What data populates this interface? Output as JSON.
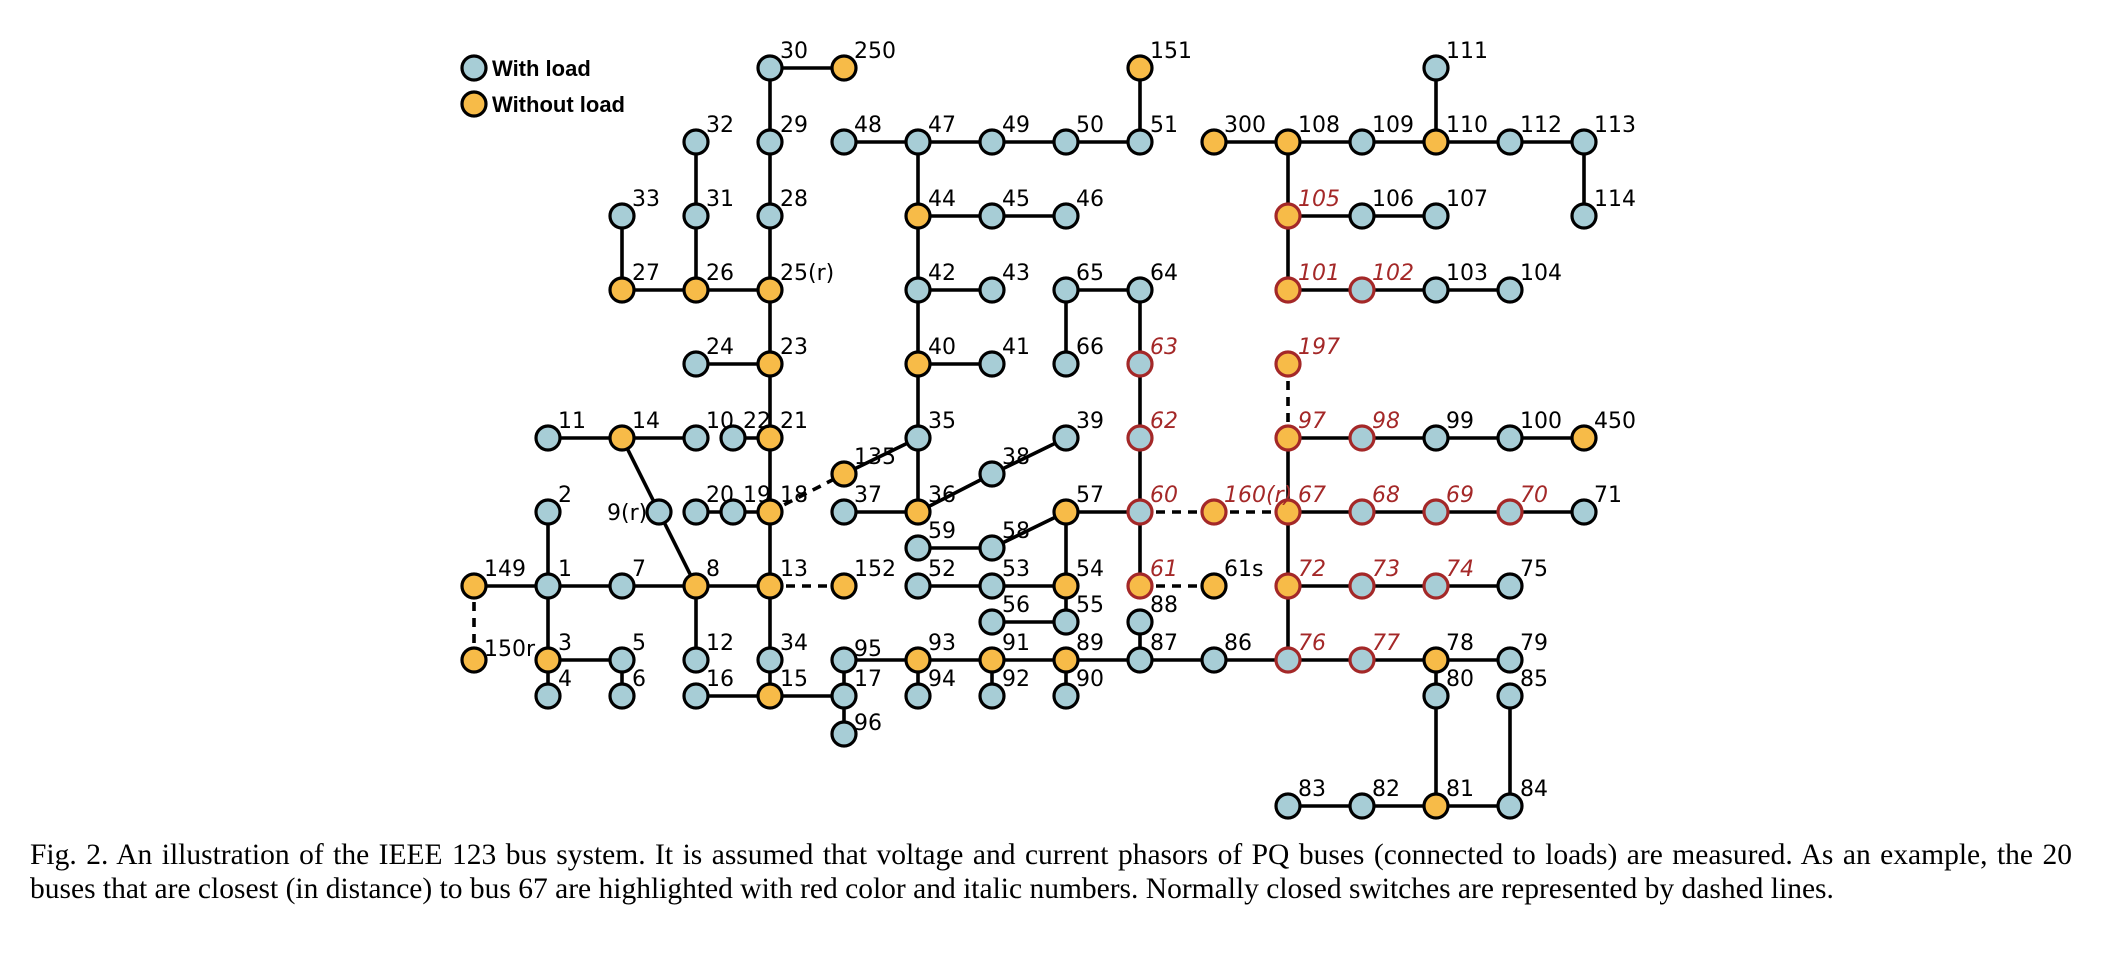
{
  "legend": {
    "with_load": "With load",
    "without_load": "Without load"
  },
  "colors": {
    "with_load": "#a7cdd6",
    "without_load": "#f7bb48",
    "highlight": "#a42828",
    "edge": "#000000"
  },
  "caption": "Fig. 2.  An illustration of the IEEE 123 bus system. It is assumed that voltage and current phasors of PQ buses (connected to loads) are measured. As an example, the 20 buses that are closest (in distance) to bus 67 are highlighted with red color and italic numbers. Normally closed switches are represented by dashed lines.",
  "buses": [
    {
      "id": "1",
      "load": true,
      "hl": false
    },
    {
      "id": "2",
      "load": true,
      "hl": false
    },
    {
      "id": "3",
      "load": false,
      "hl": false
    },
    {
      "id": "4",
      "load": true,
      "hl": false
    },
    {
      "id": "5",
      "load": true,
      "hl": false
    },
    {
      "id": "6",
      "load": true,
      "hl": false
    },
    {
      "id": "7",
      "load": true,
      "hl": false
    },
    {
      "id": "8",
      "load": false,
      "hl": false
    },
    {
      "id": "9(r)",
      "load": true,
      "hl": false
    },
    {
      "id": "10",
      "load": true,
      "hl": false
    },
    {
      "id": "11",
      "load": true,
      "hl": false
    },
    {
      "id": "12",
      "load": true,
      "hl": false
    },
    {
      "id": "13",
      "load": false,
      "hl": false
    },
    {
      "id": "14",
      "load": false,
      "hl": false
    },
    {
      "id": "15",
      "load": false,
      "hl": false
    },
    {
      "id": "16",
      "load": true,
      "hl": false
    },
    {
      "id": "17",
      "load": true,
      "hl": false
    },
    {
      "id": "18",
      "load": false,
      "hl": false
    },
    {
      "id": "19",
      "load": true,
      "hl": false
    },
    {
      "id": "20",
      "load": true,
      "hl": false
    },
    {
      "id": "21",
      "load": false,
      "hl": false
    },
    {
      "id": "22",
      "load": true,
      "hl": false
    },
    {
      "id": "23",
      "load": false,
      "hl": false
    },
    {
      "id": "24",
      "load": true,
      "hl": false
    },
    {
      "id": "25(r)",
      "load": false,
      "hl": false
    },
    {
      "id": "26",
      "load": false,
      "hl": false
    },
    {
      "id": "27",
      "load": false,
      "hl": false
    },
    {
      "id": "28",
      "load": true,
      "hl": false
    },
    {
      "id": "29",
      "load": true,
      "hl": false
    },
    {
      "id": "30",
      "load": true,
      "hl": false
    },
    {
      "id": "31",
      "load": true,
      "hl": false
    },
    {
      "id": "32",
      "load": true,
      "hl": false
    },
    {
      "id": "33",
      "load": true,
      "hl": false
    },
    {
      "id": "34",
      "load": true,
      "hl": false
    },
    {
      "id": "35",
      "load": true,
      "hl": false
    },
    {
      "id": "36",
      "load": false,
      "hl": false
    },
    {
      "id": "37",
      "load": true,
      "hl": false
    },
    {
      "id": "38",
      "load": true,
      "hl": false
    },
    {
      "id": "39",
      "load": true,
      "hl": false
    },
    {
      "id": "40",
      "load": false,
      "hl": false
    },
    {
      "id": "41",
      "load": true,
      "hl": false
    },
    {
      "id": "42",
      "load": true,
      "hl": false
    },
    {
      "id": "43",
      "load": true,
      "hl": false
    },
    {
      "id": "44",
      "load": false,
      "hl": false
    },
    {
      "id": "45",
      "load": true,
      "hl": false
    },
    {
      "id": "46",
      "load": true,
      "hl": false
    },
    {
      "id": "47",
      "load": true,
      "hl": false
    },
    {
      "id": "48",
      "load": true,
      "hl": false
    },
    {
      "id": "49",
      "load": true,
      "hl": false
    },
    {
      "id": "50",
      "load": true,
      "hl": false
    },
    {
      "id": "51",
      "load": true,
      "hl": false
    },
    {
      "id": "52",
      "load": true,
      "hl": false
    },
    {
      "id": "53",
      "load": true,
      "hl": false
    },
    {
      "id": "54",
      "load": false,
      "hl": false
    },
    {
      "id": "55",
      "load": true,
      "hl": false
    },
    {
      "id": "56",
      "load": true,
      "hl": false
    },
    {
      "id": "57",
      "load": false,
      "hl": false
    },
    {
      "id": "58",
      "load": true,
      "hl": false
    },
    {
      "id": "59",
      "load": true,
      "hl": false
    },
    {
      "id": "60",
      "load": true,
      "hl": true
    },
    {
      "id": "61",
      "load": false,
      "hl": true
    },
    {
      "id": "61s",
      "load": false,
      "hl": false
    },
    {
      "id": "62",
      "load": true,
      "hl": true
    },
    {
      "id": "63",
      "load": true,
      "hl": true
    },
    {
      "id": "64",
      "load": true,
      "hl": false
    },
    {
      "id": "65",
      "load": true,
      "hl": false
    },
    {
      "id": "66",
      "load": true,
      "hl": false
    },
    {
      "id": "67",
      "load": false,
      "hl": true
    },
    {
      "id": "68",
      "load": true,
      "hl": true
    },
    {
      "id": "69",
      "load": true,
      "hl": true
    },
    {
      "id": "70",
      "load": true,
      "hl": true
    },
    {
      "id": "71",
      "load": true,
      "hl": false
    },
    {
      "id": "72",
      "load": false,
      "hl": true
    },
    {
      "id": "73",
      "load": true,
      "hl": true
    },
    {
      "id": "74",
      "load": true,
      "hl": true
    },
    {
      "id": "75",
      "load": true,
      "hl": false
    },
    {
      "id": "76",
      "load": true,
      "hl": true
    },
    {
      "id": "77",
      "load": true,
      "hl": true
    },
    {
      "id": "78",
      "load": false,
      "hl": false
    },
    {
      "id": "79",
      "load": true,
      "hl": false
    },
    {
      "id": "80",
      "load": true,
      "hl": false
    },
    {
      "id": "81",
      "load": false,
      "hl": false
    },
    {
      "id": "82",
      "load": true,
      "hl": false
    },
    {
      "id": "83",
      "load": true,
      "hl": false
    },
    {
      "id": "84",
      "load": true,
      "hl": false
    },
    {
      "id": "85",
      "load": true,
      "hl": false
    },
    {
      "id": "86",
      "load": true,
      "hl": false
    },
    {
      "id": "87",
      "load": true,
      "hl": false
    },
    {
      "id": "88",
      "load": true,
      "hl": false
    },
    {
      "id": "89",
      "load": false,
      "hl": false
    },
    {
      "id": "90",
      "load": true,
      "hl": false
    },
    {
      "id": "91",
      "load": false,
      "hl": false
    },
    {
      "id": "92",
      "load": true,
      "hl": false
    },
    {
      "id": "93",
      "load": false,
      "hl": false
    },
    {
      "id": "94",
      "load": true,
      "hl": false
    },
    {
      "id": "95",
      "load": true,
      "hl": false
    },
    {
      "id": "96",
      "load": true,
      "hl": false
    },
    {
      "id": "97",
      "load": false,
      "hl": true
    },
    {
      "id": "98",
      "load": true,
      "hl": true
    },
    {
      "id": "99",
      "load": true,
      "hl": false
    },
    {
      "id": "100",
      "load": true,
      "hl": false
    },
    {
      "id": "101",
      "load": false,
      "hl": true
    },
    {
      "id": "102",
      "load": true,
      "hl": true
    },
    {
      "id": "103",
      "load": true,
      "hl": false
    },
    {
      "id": "104",
      "load": true,
      "hl": false
    },
    {
      "id": "105",
      "load": false,
      "hl": true
    },
    {
      "id": "106",
      "load": true,
      "hl": false
    },
    {
      "id": "107",
      "load": true,
      "hl": false
    },
    {
      "id": "108",
      "load": false,
      "hl": false
    },
    {
      "id": "109",
      "load": true,
      "hl": false
    },
    {
      "id": "110",
      "load": false,
      "hl": false
    },
    {
      "id": "111",
      "load": true,
      "hl": false
    },
    {
      "id": "112",
      "load": true,
      "hl": false
    },
    {
      "id": "113",
      "load": true,
      "hl": false
    },
    {
      "id": "114",
      "load": true,
      "hl": false
    },
    {
      "id": "135",
      "load": false,
      "hl": false
    },
    {
      "id": "149",
      "load": false,
      "hl": false
    },
    {
      "id": "150r",
      "load": false,
      "hl": false
    },
    {
      "id": "151",
      "load": false,
      "hl": false
    },
    {
      "id": "152",
      "load": false,
      "hl": false
    },
    {
      "id": "160(r)",
      "load": false,
      "hl": true
    },
    {
      "id": "197",
      "load": false,
      "hl": true
    },
    {
      "id": "250",
      "load": false,
      "hl": false
    },
    {
      "id": "300",
      "load": false,
      "hl": false
    },
    {
      "id": "450",
      "load": false,
      "hl": false
    }
  ],
  "lines": [
    [
      "1",
      "2"
    ],
    [
      "1",
      "3"
    ],
    [
      "1",
      "7"
    ],
    [
      "1",
      "149"
    ],
    [
      "3",
      "4"
    ],
    [
      "3",
      "5"
    ],
    [
      "5",
      "6"
    ],
    [
      "7",
      "8"
    ],
    [
      "8",
      "12"
    ],
    [
      "8",
      "13"
    ],
    [
      "8",
      "9(r)"
    ],
    [
      "9(r)",
      "14"
    ],
    [
      "14",
      "11"
    ],
    [
      "14",
      "10"
    ],
    [
      "13",
      "34"
    ],
    [
      "13",
      "18"
    ],
    [
      "34",
      "15"
    ],
    [
      "15",
      "16"
    ],
    [
      "15",
      "17"
    ],
    [
      "18",
      "19"
    ],
    [
      "19",
      "20"
    ],
    [
      "18",
      "21"
    ],
    [
      "21",
      "22"
    ],
    [
      "21",
      "23"
    ],
    [
      "23",
      "24"
    ],
    [
      "23",
      "25(r)"
    ],
    [
      "25(r)",
      "26"
    ],
    [
      "26",
      "27"
    ],
    [
      "26",
      "31"
    ],
    [
      "31",
      "32"
    ],
    [
      "27",
      "33"
    ],
    [
      "25(r)",
      "28"
    ],
    [
      "28",
      "29"
    ],
    [
      "29",
      "30"
    ],
    [
      "30",
      "250"
    ],
    [
      "135",
      "35"
    ],
    [
      "35",
      "36"
    ],
    [
      "35",
      "40"
    ],
    [
      "36",
      "37"
    ],
    [
      "36",
      "38"
    ],
    [
      "38",
      "39"
    ],
    [
      "40",
      "41"
    ],
    [
      "40",
      "42"
    ],
    [
      "42",
      "43"
    ],
    [
      "42",
      "44"
    ],
    [
      "44",
      "45"
    ],
    [
      "45",
      "46"
    ],
    [
      "44",
      "47"
    ],
    [
      "47",
      "48"
    ],
    [
      "47",
      "49"
    ],
    [
      "49",
      "50"
    ],
    [
      "50",
      "51"
    ],
    [
      "51",
      "151"
    ],
    [
      "52",
      "53"
    ],
    [
      "53",
      "54"
    ],
    [
      "54",
      "57"
    ],
    [
      "54",
      "55"
    ],
    [
      "55",
      "56"
    ],
    [
      "57",
      "58"
    ],
    [
      "58",
      "59"
    ],
    [
      "57",
      "60"
    ],
    [
      "60",
      "62"
    ],
    [
      "62",
      "63"
    ],
    [
      "63",
      "64"
    ],
    [
      "64",
      "65"
    ],
    [
      "65",
      "66"
    ],
    [
      "60",
      "61"
    ],
    [
      "67",
      "68"
    ],
    [
      "68",
      "69"
    ],
    [
      "69",
      "70"
    ],
    [
      "70",
      "71"
    ],
    [
      "67",
      "72"
    ],
    [
      "72",
      "73"
    ],
    [
      "73",
      "74"
    ],
    [
      "74",
      "75"
    ],
    [
      "72",
      "76"
    ],
    [
      "76",
      "77"
    ],
    [
      "77",
      "78"
    ],
    [
      "78",
      "79"
    ],
    [
      "78",
      "80"
    ],
    [
      "80",
      "81"
    ],
    [
      "81",
      "82"
    ],
    [
      "82",
      "83"
    ],
    [
      "81",
      "84"
    ],
    [
      "84",
      "85"
    ],
    [
      "76",
      "86"
    ],
    [
      "86",
      "87"
    ],
    [
      "87",
      "88"
    ],
    [
      "87",
      "89"
    ],
    [
      "89",
      "90"
    ],
    [
      "89",
      "91"
    ],
    [
      "91",
      "92"
    ],
    [
      "91",
      "93"
    ],
    [
      "93",
      "94"
    ],
    [
      "93",
      "95"
    ],
    [
      "95",
      "96"
    ],
    [
      "67",
      "97"
    ],
    [
      "97",
      "98"
    ],
    [
      "98",
      "99"
    ],
    [
      "99",
      "100"
    ],
    [
      "100",
      "450"
    ],
    [
      "101",
      "102"
    ],
    [
      "102",
      "103"
    ],
    [
      "103",
      "104"
    ],
    [
      "101",
      "105"
    ],
    [
      "105",
      "106"
    ],
    [
      "106",
      "107"
    ],
    [
      "105",
      "108"
    ],
    [
      "108",
      "300"
    ],
    [
      "108",
      "109"
    ],
    [
      "109",
      "110"
    ],
    [
      "110",
      "111"
    ],
    [
      "110",
      "112"
    ],
    [
      "112",
      "113"
    ],
    [
      "113",
      "114"
    ]
  ],
  "switches": [
    [
      "149",
      "150r"
    ],
    [
      "13",
      "152"
    ],
    [
      "18",
      "135"
    ],
    [
      "60",
      "160(r)"
    ],
    [
      "160(r)",
      "67"
    ],
    [
      "61",
      "61s"
    ],
    [
      "97",
      "197"
    ]
  ]
}
